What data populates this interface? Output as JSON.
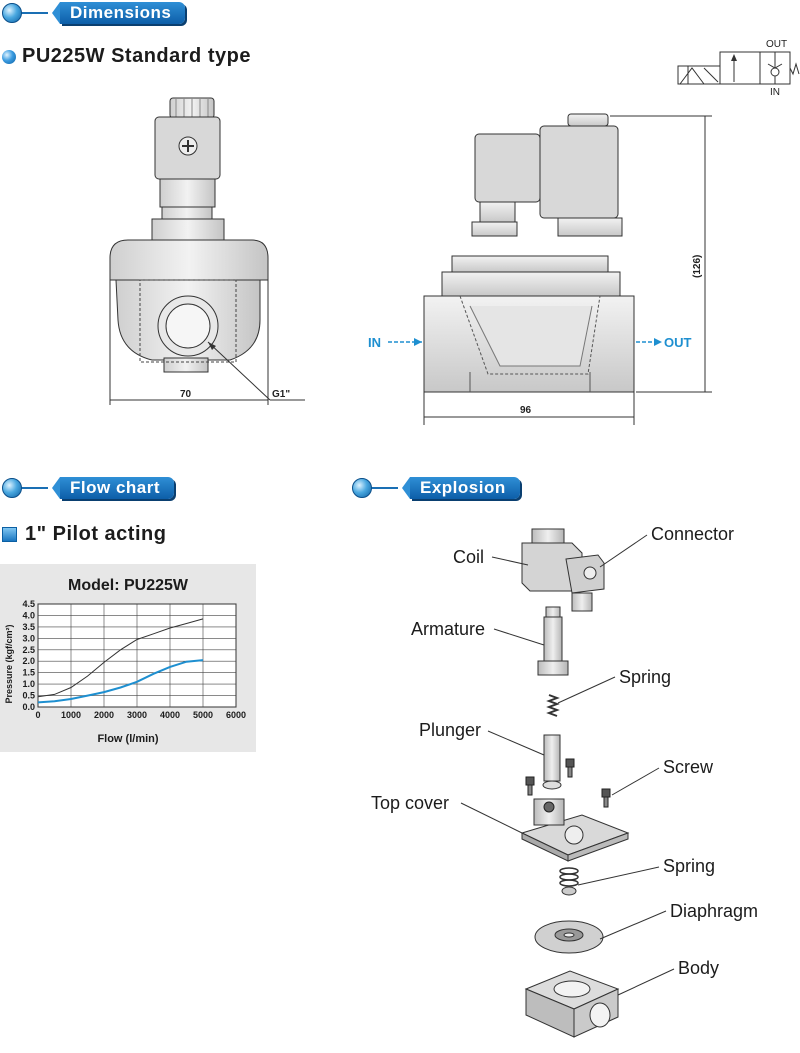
{
  "sections": {
    "dimensions": "Dimensions",
    "flow_chart": "Flow chart",
    "explosion": "Explosion"
  },
  "headings": {
    "standard_type": "PU225W Standard type",
    "pilot": "1\" Pilot acting"
  },
  "symbol": {
    "out": "OUT",
    "in": "IN"
  },
  "dimensions": {
    "width_front": "70",
    "port": "G1\"",
    "width_side": "96",
    "height": "(126)",
    "in_label": "IN",
    "out_label": "OUT"
  },
  "parts": {
    "coil": "Coil",
    "connector": "Connector",
    "armature": "Armature",
    "spring_top": "Spring",
    "plunger": "Plunger",
    "screw": "Screw",
    "top_cover": "Top cover",
    "spring_bottom": "Spring",
    "diaphragm": "Diaphragm",
    "body": "Body"
  },
  "colors": {
    "accent": "#1a6fb4",
    "series_blue": "#1e8fd0"
  },
  "chart_data": {
    "type": "line",
    "title": "Model: PU225W",
    "xlabel": "Flow (l/min)",
    "ylabel": "Pressure (kgf/cm²)",
    "xlim": [
      0,
      6000
    ],
    "ylim": [
      0,
      4.5
    ],
    "x_ticks": [
      "0",
      "1000",
      "2000",
      "3000",
      "4000",
      "5000",
      "6000"
    ],
    "y_ticks": [
      "0.0",
      "0.5",
      "1.0",
      "1.5",
      "2.0",
      "2.5",
      "3.0",
      "3.5",
      "4.0",
      "4.5"
    ],
    "grid": true,
    "series": [
      {
        "color": "#333333",
        "x": [
          0,
          500,
          1000,
          1500,
          2000,
          2500,
          3000,
          3500,
          4000,
          4500,
          5000
        ],
        "y": [
          0.45,
          0.55,
          0.85,
          1.35,
          1.95,
          2.5,
          2.95,
          3.2,
          3.45,
          3.65,
          3.85
        ]
      },
      {
        "color": "#1e8fd0",
        "x": [
          0,
          500,
          1000,
          1500,
          2000,
          2500,
          3000,
          3500,
          4000,
          4500,
          5000
        ],
        "y": [
          0.2,
          0.25,
          0.35,
          0.5,
          0.65,
          0.85,
          1.1,
          1.45,
          1.75,
          1.98,
          2.05
        ]
      }
    ]
  }
}
